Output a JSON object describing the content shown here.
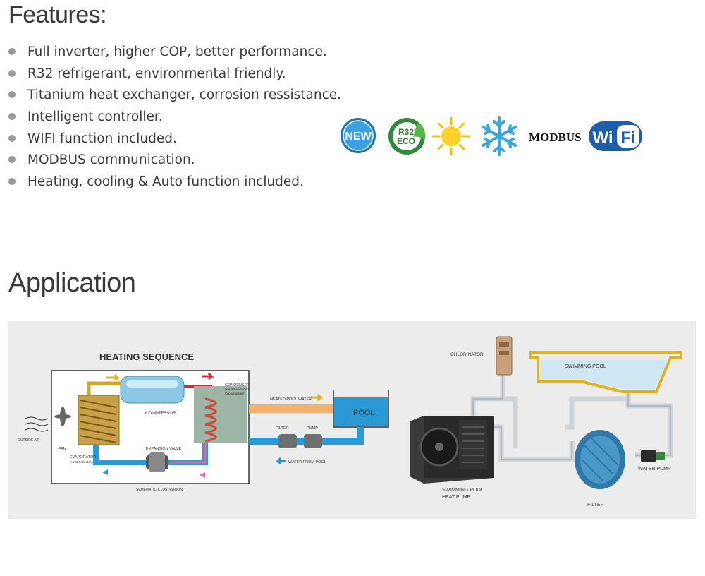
{
  "features": {
    "title": "Features:",
    "items": [
      "Full inverter, higher COP, better performance.",
      "R32 refrigerant, environmental friendly.",
      "Titanium heat exchanger, corrosion ressistance.",
      "Intelligent controller.",
      "WIFI function included.",
      "MODBUS communication.",
      "Heating, cooling & Auto function included."
    ],
    "badges": {
      "new": "NEW",
      "r32_line1": "R32",
      "r32_line2": "ECO",
      "modbus": "MODBUS",
      "wifi_left": "Wi",
      "wifi_right": "Fi",
      "icons": [
        "new-badge-icon",
        "r32-eco-leaf-icon",
        "sun-icon",
        "snowflake-icon",
        "modbus-logo",
        "wifi-logo"
      ]
    }
  },
  "application": {
    "title": "Application",
    "heating": {
      "title": "HEATING SEQUENCE",
      "compressor": "COMPRESSOR",
      "condenser": "CONDENSER",
      "condenser_note1": "(Heat transferred",
      "condenser_note2": "to pool water)",
      "heated_pool_water": "HEATED POOL WATER",
      "pool": "POOL",
      "filter": "FILTER",
      "pump": "PUMP",
      "water_from_pool": "WATER FROM POOL",
      "expansion_valve": "EXPANSION VALVE",
      "evaporator": "EVAPORATOR",
      "evaporator_note": "(Heat Collector)",
      "fan": "FAN",
      "outside_air": "OUTSIDE AIR",
      "schematic": "SCHEMATIC ILLUSTRATION"
    },
    "install": {
      "chlorinator": "CHLORINATOR",
      "swimming_pool": "SWIMMING POOL",
      "water_pump": "WATER PUMP",
      "heat_pump_line1": "SWIMMING POOL",
      "heat_pump_line2": "HEAT PUMP",
      "filter": "FILTER"
    },
    "colors": {
      "water_blue": "#2a9ad4",
      "hot_red": "#d62828",
      "accent_yellow": "#e0b21f"
    }
  }
}
